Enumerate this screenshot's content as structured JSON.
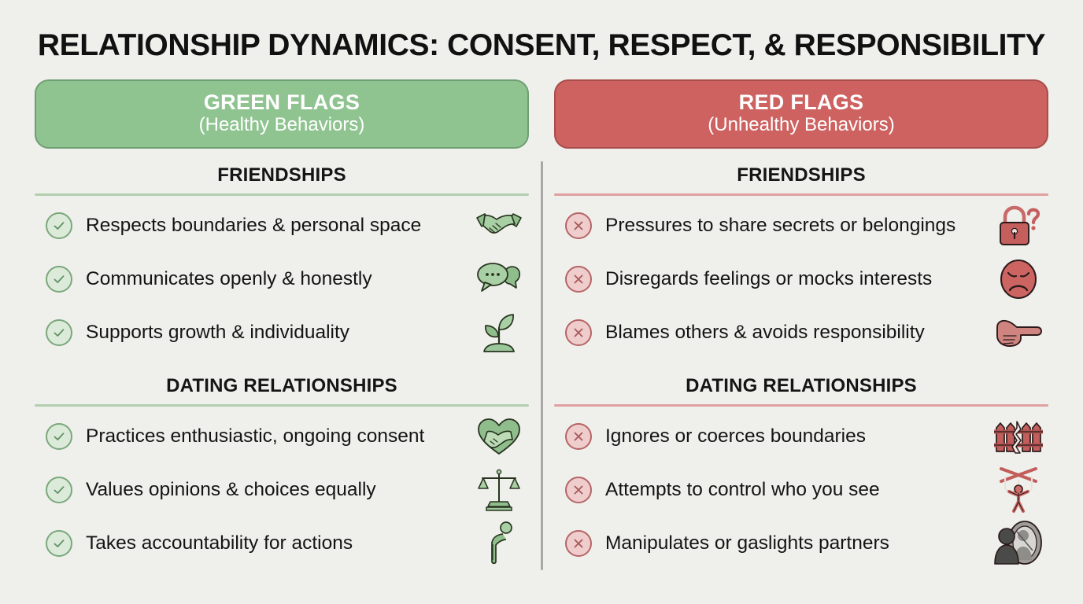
{
  "page": {
    "title": "RELATIONSHIP DYNAMICS: CONSENT, RESPECT, & RESPONSIBILITY",
    "background_color": "#efefeb"
  },
  "colors": {
    "green_banner": "#8fc491",
    "green_banner_border": "#6f9e73",
    "green_rule": "#b3cfb0",
    "green_mark_fill": "#dcebd9",
    "green_mark_stroke": "#7aa87c",
    "red_banner": "#cd6260",
    "red_banner_border": "#a84c4c",
    "red_rule": "#e0a0a0",
    "red_mark_fill": "#f0cdcd",
    "red_mark_stroke": "#b56565",
    "title_text": "#111111",
    "divider": "#a8a8a6"
  },
  "columns": {
    "green": {
      "banner_title": "GREEN FLAGS",
      "banner_subtitle": "(Healthy Behaviors)",
      "mark_icon": "check-circle-icon",
      "sections": [
        {
          "heading": "FRIENDSHIPS",
          "items": [
            {
              "label": "Respects boundaries & personal space",
              "art": "handshake-icon"
            },
            {
              "label": "Communicates openly & honestly",
              "art": "speech-bubbles-icon"
            },
            {
              "label": "Supports growth & individuality",
              "art": "seedling-icon"
            }
          ]
        },
        {
          "heading": "DATING RELATIONSHIPS",
          "items": [
            {
              "label": "Practices enthusiastic, ongoing consent",
              "art": "heart-handshake-icon"
            },
            {
              "label": "Values opinions & choices equally",
              "art": "balance-scales-icon"
            },
            {
              "label": "Takes accountability for actions",
              "art": "bowing-person-icon"
            }
          ]
        }
      ]
    },
    "red": {
      "banner_title": "RED FLAGS",
      "banner_subtitle": "(Unhealthy Behaviors)",
      "mark_icon": "x-circle-icon",
      "sections": [
        {
          "heading": "FRIENDSHIPS",
          "items": [
            {
              "label": "Pressures to share secrets or belongings",
              "art": "lock-question-icon"
            },
            {
              "label": "Disregards feelings or mocks interests",
              "art": "sad-face-icon"
            },
            {
              "label": "Blames others & avoids responsibility",
              "art": "pointing-finger-icon"
            }
          ]
        },
        {
          "heading": "DATING RELATIONSHIPS",
          "items": [
            {
              "label": "Ignores or coerces boundaries",
              "art": "broken-fence-icon"
            },
            {
              "label": "Attempts to control who you see",
              "art": "marionette-icon"
            },
            {
              "label": "Manipulates or gaslights partners",
              "art": "mirror-silhouette-icon"
            }
          ]
        }
      ]
    }
  }
}
